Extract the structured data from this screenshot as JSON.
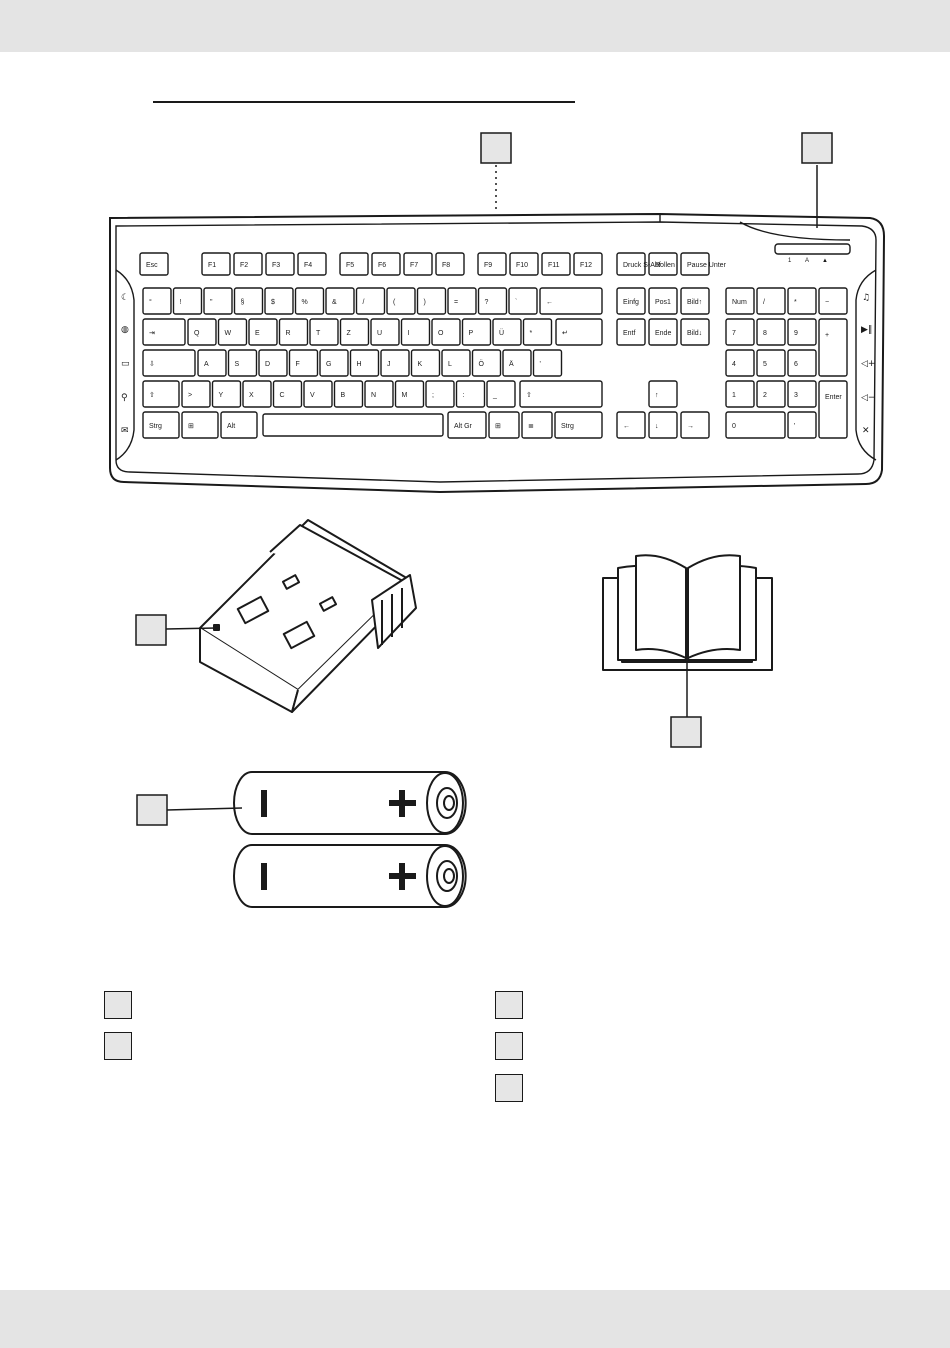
{
  "keyboard": {
    "rows": [
      [
        "Esc",
        "F1",
        "F2",
        "F3",
        "F4",
        "F5",
        "F6",
        "F7",
        "F8",
        "F9",
        "F10",
        "F11",
        "F12",
        "Druck S-Abf",
        "Rollen",
        "Pause Unter"
      ],
      [
        "°",
        "!",
        "\"",
        "§",
        "$",
        "%",
        "&",
        "/",
        "(",
        ")",
        "=",
        "?",
        "`",
        "←",
        "Einfg",
        "Pos1",
        "Bild↑",
        "Num",
        "/",
        "*",
        "−"
      ],
      [
        "⇥",
        "Q",
        "W",
        "E",
        "R",
        "T",
        "Z",
        "U",
        "I",
        "O",
        "P",
        "Ü",
        "*",
        "↵",
        "Entf",
        "Ende",
        "Bild↓",
        "7",
        "8",
        "9",
        "+"
      ],
      [
        "⇩",
        "A",
        "S",
        "D",
        "F",
        "G",
        "H",
        "J",
        "K",
        "L",
        "Ö",
        "Ä",
        "'",
        "4",
        "5",
        "6"
      ],
      [
        "⇧",
        ">",
        "Y",
        "X",
        "C",
        "V",
        "B",
        "N",
        "M",
        ";",
        ":",
        "_",
        "⇧",
        "↑",
        "1",
        "2",
        "3",
        "Enter"
      ],
      [
        "Strg",
        "⊞",
        "Alt",
        "Alt Gr",
        "⊞",
        "≣",
        "Strg",
        "←",
        "↓",
        "→",
        "0",
        "'"
      ]
    ],
    "indicator_labels": [
      "1",
      "A",
      "▲"
    ]
  },
  "legend": {
    "left": [
      {
        "text": ""
      },
      {
        "text": ""
      }
    ],
    "right": [
      {
        "text": ""
      },
      {
        "text": ""
      },
      {
        "text": ""
      }
    ]
  },
  "colors": {
    "ink": "#1a1a1a",
    "keyfill": "#ffffff",
    "band": "#e4e4e4",
    "label_box": "#e6e6e6"
  },
  "icons": [
    "usb-receiver-icon",
    "open-book-icon",
    "battery-icon",
    "moon-icon",
    "music-note-icon",
    "volume-icon",
    "play-pause-icon"
  ]
}
